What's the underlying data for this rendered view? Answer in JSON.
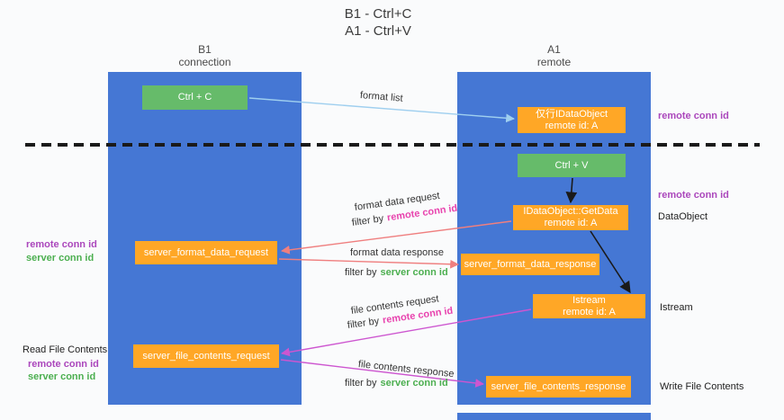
{
  "title": {
    "line1": "B1 - Ctrl+C",
    "line2": "A1 - Ctrl+V"
  },
  "columns": {
    "left": {
      "name": "B1",
      "sub": "connection"
    },
    "right": {
      "name": "A1",
      "sub": "remote"
    }
  },
  "nodes": {
    "ctrl_c": "Ctrl + C",
    "ctrl_v": "Ctrl + V",
    "idataobject_box": {
      "line1": "仅行IDataObject",
      "line2": "remote id: A"
    },
    "getdata_box": {
      "line1": "IDataObject::GetData",
      "line2": "remote id: A"
    },
    "istream_box": {
      "line1": "Istream",
      "line2": "remote id: A"
    },
    "format_request": "server_format_data_request",
    "format_response": "server_format_data_response",
    "file_request": "server_file_contents_request",
    "file_response": "server_file_contents_response"
  },
  "labels": {
    "format_list": "format list",
    "format_data_request": "format data request",
    "format_data_response": "format data response",
    "file_contents_request": "file contents request",
    "file_contents_response": "file contents response",
    "filter_by": "filter by",
    "remote_conn_id": "remote conn id",
    "server_conn_id": "server conn id",
    "dataobject": "DataObject",
    "istream": "Istream",
    "read_file_contents": "Read File Contents",
    "write_file_contents": "Write File Contents"
  },
  "colors": {
    "lifeline_blue": "#4577d4",
    "box_orange": "#ffa726",
    "box_green": "#66bb6a",
    "purple_label": "#ab47bc",
    "green_label": "#4caf50",
    "pink_label": "#e843ae",
    "request_arrow_red": "#ef7f7f",
    "file_arrow_magenta": "#cd56d0",
    "format_list_arrow_blue": "#9fcfef",
    "dashed_line": "#1a1a1a"
  }
}
